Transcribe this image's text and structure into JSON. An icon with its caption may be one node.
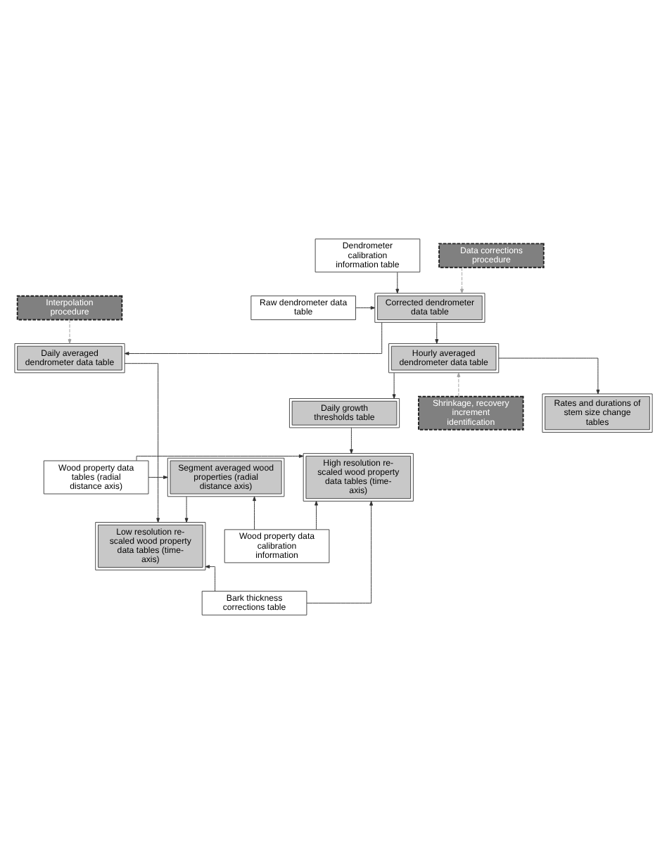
{
  "diagram": {
    "nodes": [
      {
        "text": [
          "Dendrometer calibration information table"
        ]
      },
      {
        "text": [
          "Data corrections procedure"
        ]
      },
      {
        "text": [
          "Raw dendrometer data table"
        ]
      },
      {
        "text": [
          "Corrected dendrometer data table"
        ]
      },
      {
        "text": [
          "Rates and durations of stem size change tables"
        ]
      },
      {
        "text": [
          "Hourly averaged dendrometer data table"
        ]
      },
      {
        "text": [
          "Daily averaged dendrometer data table"
        ]
      },
      {
        "text": [
          "Shrinkage, recovery increment identification"
        ]
      },
      {
        "text": [
          "Daily growth thresholds table"
        ]
      },
      {
        "text": [
          "Low resolution re-scaled wood property data tables (time-axis)"
        ]
      },
      {
        "text": [
          "Interpolation procedure"
        ]
      },
      {
        "text": [
          "High resolution re-scaled wood property data tables (time-axis)"
        ]
      },
      {
        "text": [
          "Wood property data tables (radial distance axis)"
        ]
      },
      {
        "text": [
          "Segment averaged wood properties (radial distance axis)"
        ]
      },
      {
        "text": [
          "Wood property data calibration information"
        ]
      },
      {
        "text": [
          "Bark thickness corrections table"
        ]
      }
    ],
    "edges": [
      {
        "from": 0,
        "to": 3,
        "arrow": "to"
      },
      {
        "from": 2,
        "to": 3,
        "arrow": "to"
      },
      {
        "from": 1,
        "to": 3,
        "arrow": "to",
        "style": "dashed",
        "color": "#a0a0a0"
      },
      {
        "from": 3,
        "to": 5,
        "arrow": "to"
      },
      {
        "from": 3,
        "to": 6,
        "arrow": "to"
      },
      {
        "from": 5,
        "to": 4,
        "arrow": "to"
      },
      {
        "from": 7,
        "to": 5,
        "arrow": "to",
        "style": "dashed",
        "color": "#a0a0a0"
      },
      {
        "from": 10,
        "to": 6,
        "arrow": "to",
        "style": "dashed",
        "color": "#a0a0a0"
      },
      {
        "from": 5,
        "to": 8,
        "arrow": "to"
      },
      {
        "from": 6,
        "to": 9,
        "arrow": "to"
      },
      {
        "from": 8,
        "to": 11,
        "arrow": "to"
      },
      {
        "from": 12,
        "to": 11,
        "arrow": "to"
      },
      {
        "from": 12,
        "to": 13,
        "arrow": "to"
      },
      {
        "from": 13,
        "to": 9,
        "arrow": "to"
      },
      {
        "from": 14,
        "to": 11,
        "arrow": "to"
      },
      {
        "from": 14,
        "to": 13,
        "arrow": "to"
      },
      {
        "from": 15,
        "to": 11,
        "arrow": "to"
      },
      {
        "from": 15,
        "to": 9,
        "arrow": "to"
      }
    ]
  }
}
